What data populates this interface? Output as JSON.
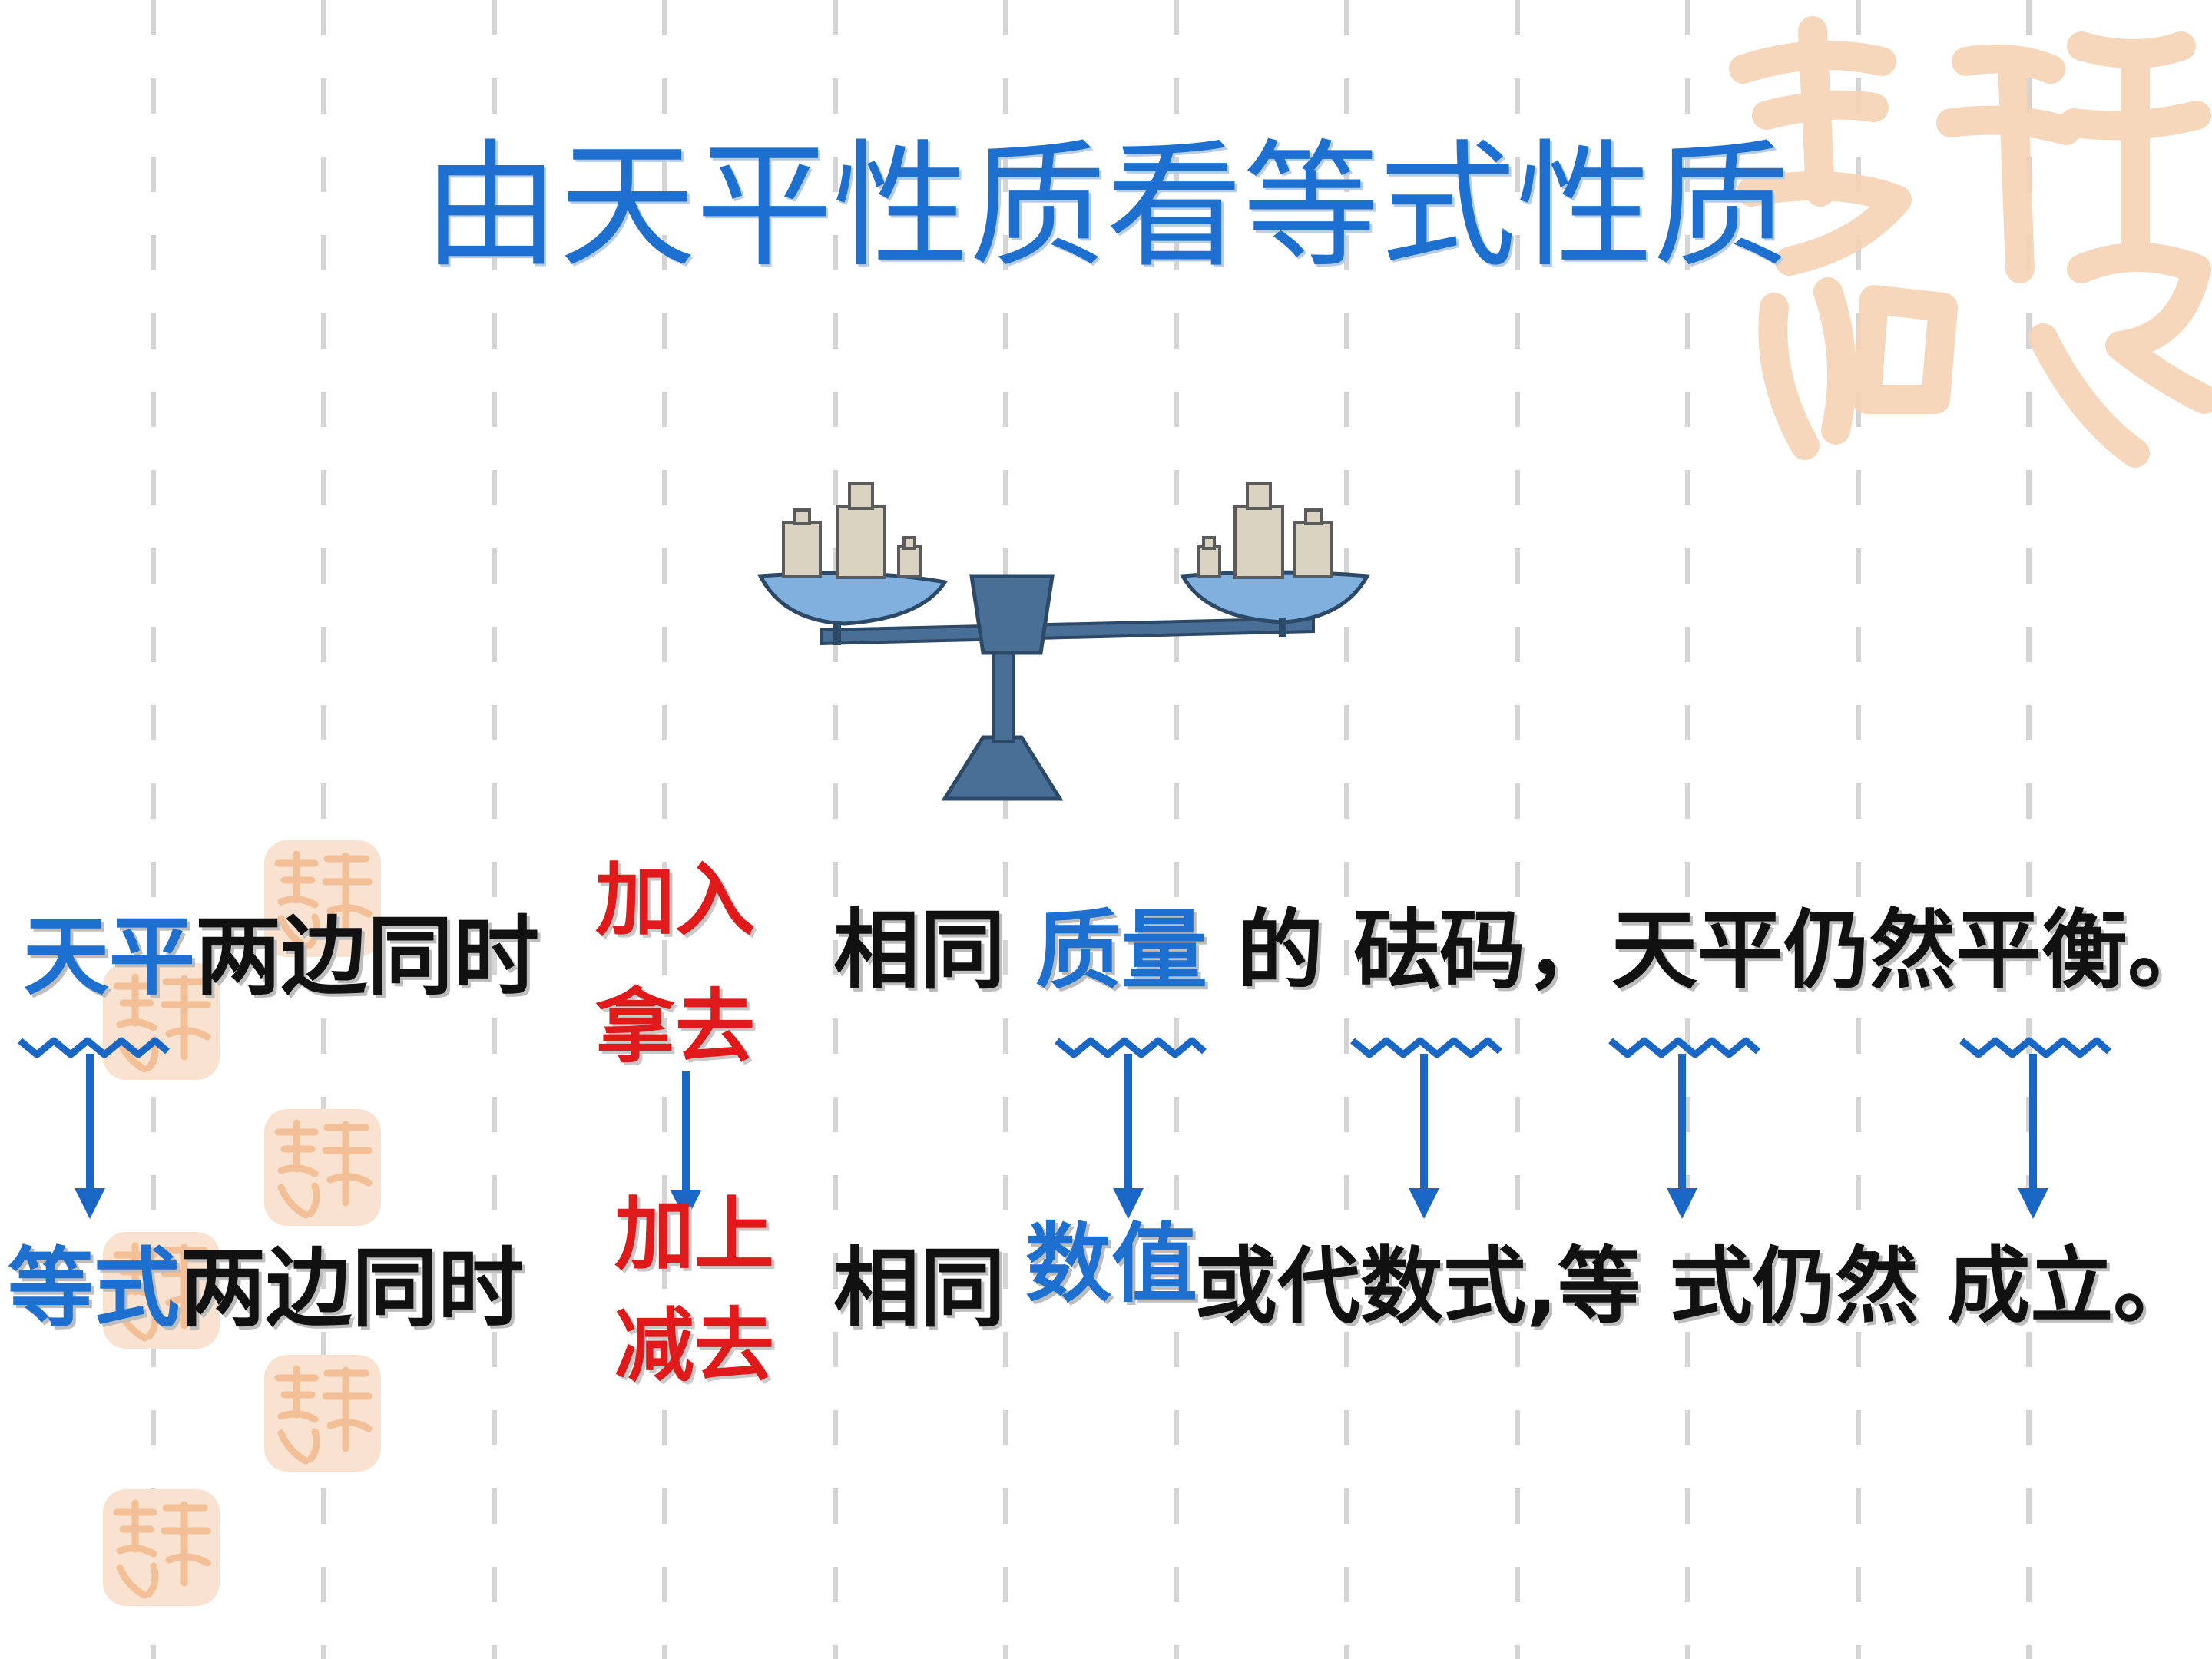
{
  "title": "由天平性质看等式性质",
  "row1": {
    "subject_highlight": "天平",
    "subject_rest": "两边同时",
    "tail_part1": "相同",
    "tail_highlight": "质量",
    "tail_part2": "的",
    "tail_part3": "砝码，天平仍然平衡。"
  },
  "ops1": [
    "加入",
    "拿去"
  ],
  "row2": {
    "subject_highlight": "等式",
    "subject_rest": "两边同时",
    "tail_part1": "相同",
    "tail_highlight": "数值",
    "tail_part2": "或代数式,",
    "tail_part3": "等 式仍然 成立。"
  },
  "ops2": [
    "加上",
    "减去"
  ],
  "colors": {
    "title_blue": "#1d6fd0",
    "text_black": "#111111",
    "accent_red": "#e01a1a",
    "arrow_blue": "#1a66c4",
    "balance_blue": "#5e9bd0",
    "balance_steel": "#4a6f96",
    "watermark_peach": "#f6d3b4"
  },
  "icons": [
    "balance-scale-icon",
    "down-arrow-icon",
    "wavy-underline-icon",
    "seal-watermark-icon"
  ]
}
